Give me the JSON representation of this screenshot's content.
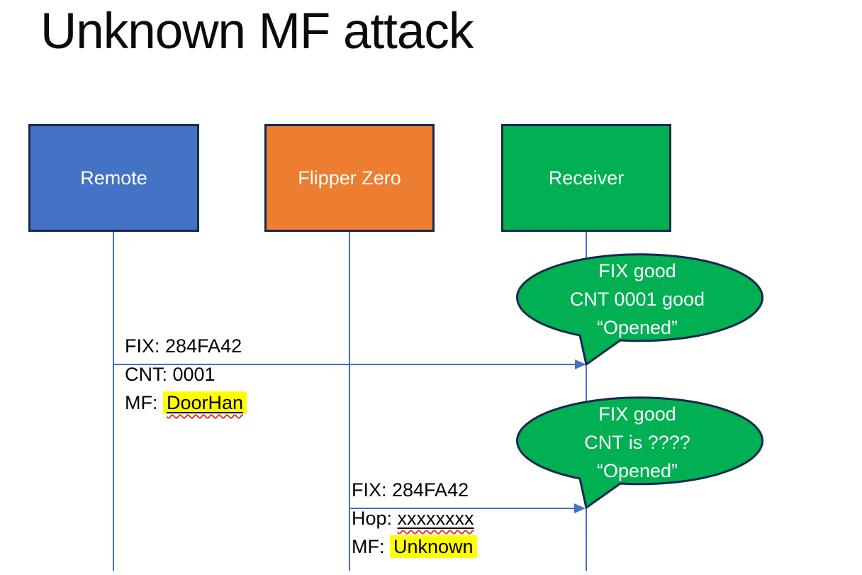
{
  "title": "Unknown MF attack",
  "colors": {
    "actor_remote": "#4472C4",
    "actor_flipper_zero": "#ED7D31",
    "actor_receiver": "#00B052",
    "shape_border": "#17294E",
    "connector_blue": "#4472C4",
    "highlight_yellow": "#FFFF00",
    "spellcheck_red": "#E23C2A",
    "callout_fill": "#00B052",
    "text_on_shapes": "#FFFFFF"
  },
  "actors": [
    {
      "id": "remote",
      "label": "Remote"
    },
    {
      "id": "flipper-zero",
      "label": "Flipper Zero"
    },
    {
      "id": "receiver",
      "label": "Receiver"
    }
  ],
  "messages": [
    {
      "from": "Remote",
      "to": "Receiver",
      "line1": "FIX: 284FA42",
      "line2": "CNT: 0001",
      "line3_prefix": "MF: ",
      "line3_value": "DoorHan"
    },
    {
      "from": "Flipper Zero",
      "to": "Receiver",
      "line1": "FIX: 284FA42",
      "line2_prefix": "Hop: ",
      "line2_value": "xxxxxxxx",
      "line3_prefix": "MF: ",
      "line3_value": "Unknown"
    }
  ],
  "callouts": [
    {
      "line1": "FIX good",
      "line2": "CNT 0001 good",
      "line3": "“Opened”"
    },
    {
      "line1": "FIX good",
      "line2": "CNT is ????",
      "line3": "“Opened”"
    }
  ]
}
